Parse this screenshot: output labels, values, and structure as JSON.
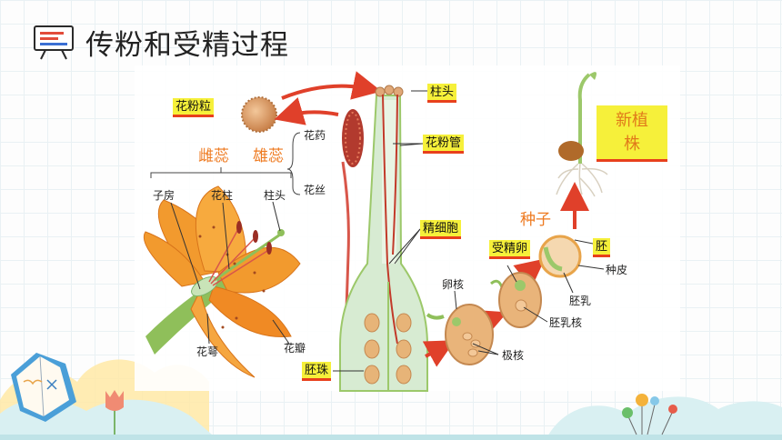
{
  "title": "传粉和受精过程",
  "labels": {
    "pollen_grain": "花粉粒",
    "stigma_top": "柱头",
    "pollen_tube": "花粉管",
    "sperm_cell": "精细胞",
    "ovule": "胚珠",
    "zygote": "受精卵",
    "embryo": "胚",
    "new_plant": "新植株",
    "anther": "花药",
    "filament": "花丝",
    "pistil": "雌蕊",
    "stamen": "雄蕊",
    "ovary": "子房",
    "style": "花柱",
    "stigma": "柱头",
    "receptacle": "花萼",
    "petal": "花瓣",
    "egg_nucleus": "卵核",
    "polar_nuclei": "极核",
    "endosperm_nucleus": "胚乳核",
    "seed": "种子",
    "endosperm": "胚乳",
    "seed_coat": "种皮"
  },
  "colors": {
    "tag_bg": "#f6f03a",
    "tag_underline": "#e8401c",
    "accent_orange": "#ee7a20",
    "arrow_red": "#e0402a",
    "lily_orange": "#f29a2e",
    "stem_green": "#9cc86a"
  }
}
